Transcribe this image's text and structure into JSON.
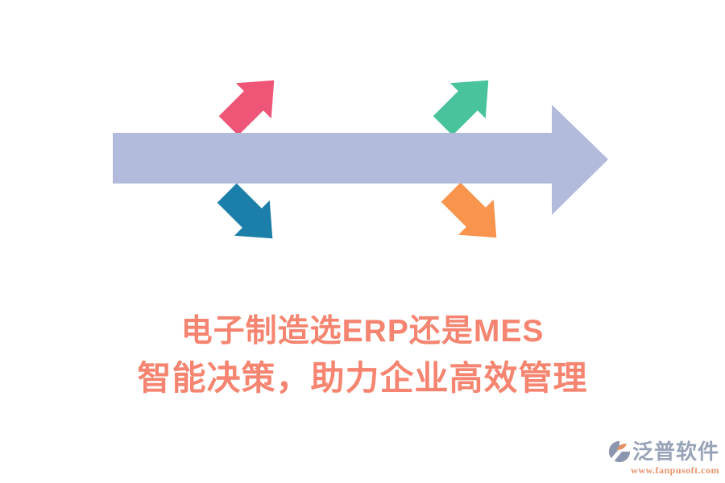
{
  "background": "#FFFFFF",
  "title": {
    "line1": "电子制造选ERP还是MES",
    "line2": "智能决策，助力企业高效管理",
    "color": "#F58470"
  },
  "diagram": {
    "main_arrow": {
      "label": "main-right-arrow",
      "direction": "right",
      "color": "#B3BBDD"
    },
    "branch_arrows": [
      {
        "id": "top-left",
        "direction": "up-right",
        "color": "#EE5576"
      },
      {
        "id": "top-right",
        "direction": "up-right",
        "color": "#48C39B"
      },
      {
        "id": "bottom-left",
        "direction": "down-right",
        "color": "#1B7FA9"
      },
      {
        "id": "bottom-right",
        "direction": "down-right",
        "color": "#F8944E"
      }
    ]
  },
  "footer": {
    "brand": "泛普软件",
    "url": "www.fanpusoft.com",
    "brand_color": "#98A3B8",
    "url_color": "#E8926B",
    "logo_icon": {
      "gray": "#8A96AD",
      "orange": "#E29060"
    }
  }
}
